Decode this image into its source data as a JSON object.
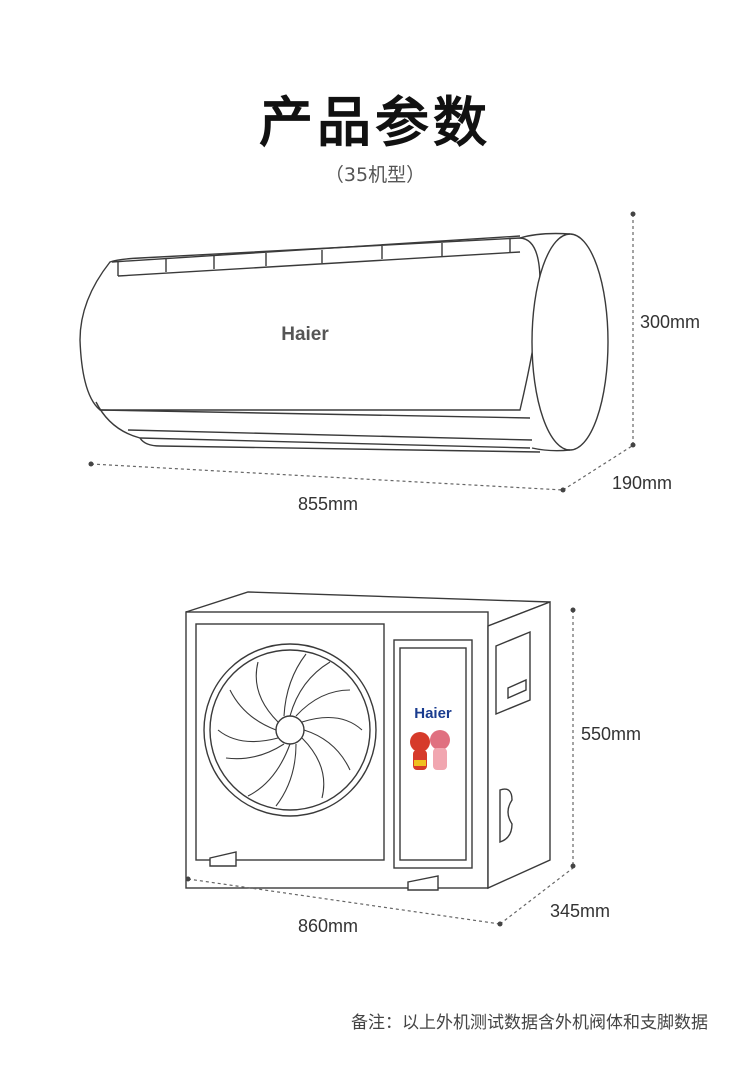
{
  "title": "产品参数",
  "subtitle": "（35机型）",
  "indoor_unit": {
    "brand": "Haier",
    "height": "300mm",
    "depth": "190mm",
    "width": "855mm"
  },
  "outdoor_unit": {
    "brand": "Haier",
    "height": "550mm",
    "depth": "345mm",
    "width": "860mm"
  },
  "note": "备注：以上外机测试数据含外机阀体和支脚数据",
  "colors": {
    "line": "#3a3a3a",
    "dash": "#666666",
    "brand_blue": "#1a3c8f"
  }
}
